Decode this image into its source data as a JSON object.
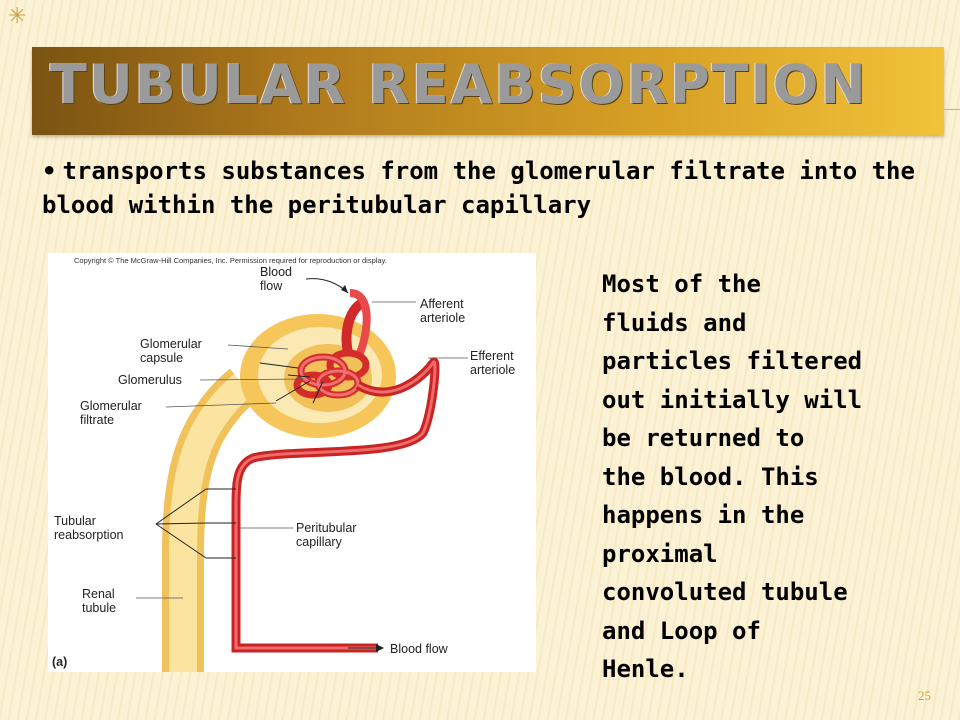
{
  "slide": {
    "title": "TUBULAR REABSORPTION",
    "bullet": "transports substances from the glomerular filtrate into the blood within the peritubular capillary",
    "side_text_lines": [
      "Most of the",
      "fluids and",
      "particles filtered",
      "out initially will",
      "be returned to",
      "the blood. This",
      "happens in the",
      "proximal",
      "convoluted tubule",
      "and Loop of",
      "Henle."
    ],
    "page_number": "25"
  },
  "figure": {
    "copyright": "Copyright © The McGraw-Hill Companies, Inc. Permission required for reproduction or display.",
    "labels": {
      "blood_flow_top_1": "Blood",
      "blood_flow_top_2": "flow",
      "afferent_1": "Afferent",
      "afferent_2": "arteriole",
      "glomerular_capsule_1": "Glomerular",
      "glomerular_capsule_2": "capsule",
      "glomerulus": "Glomerulus",
      "efferent_1": "Efferent",
      "efferent_2": "arteriole",
      "glomerular_filtrate_1": "Glomerular",
      "glomerular_filtrate_2": "filtrate",
      "tubular_reabsorption_1": "Tubular",
      "tubular_reabsorption_2": "reabsorption",
      "peritubular_1": "Peritubular",
      "peritubular_2": "capillary",
      "renal_tubule_1": "Renal",
      "renal_tubule_2": "tubule",
      "blood_flow_bottom": "Blood flow",
      "panel": "(a)"
    }
  }
}
